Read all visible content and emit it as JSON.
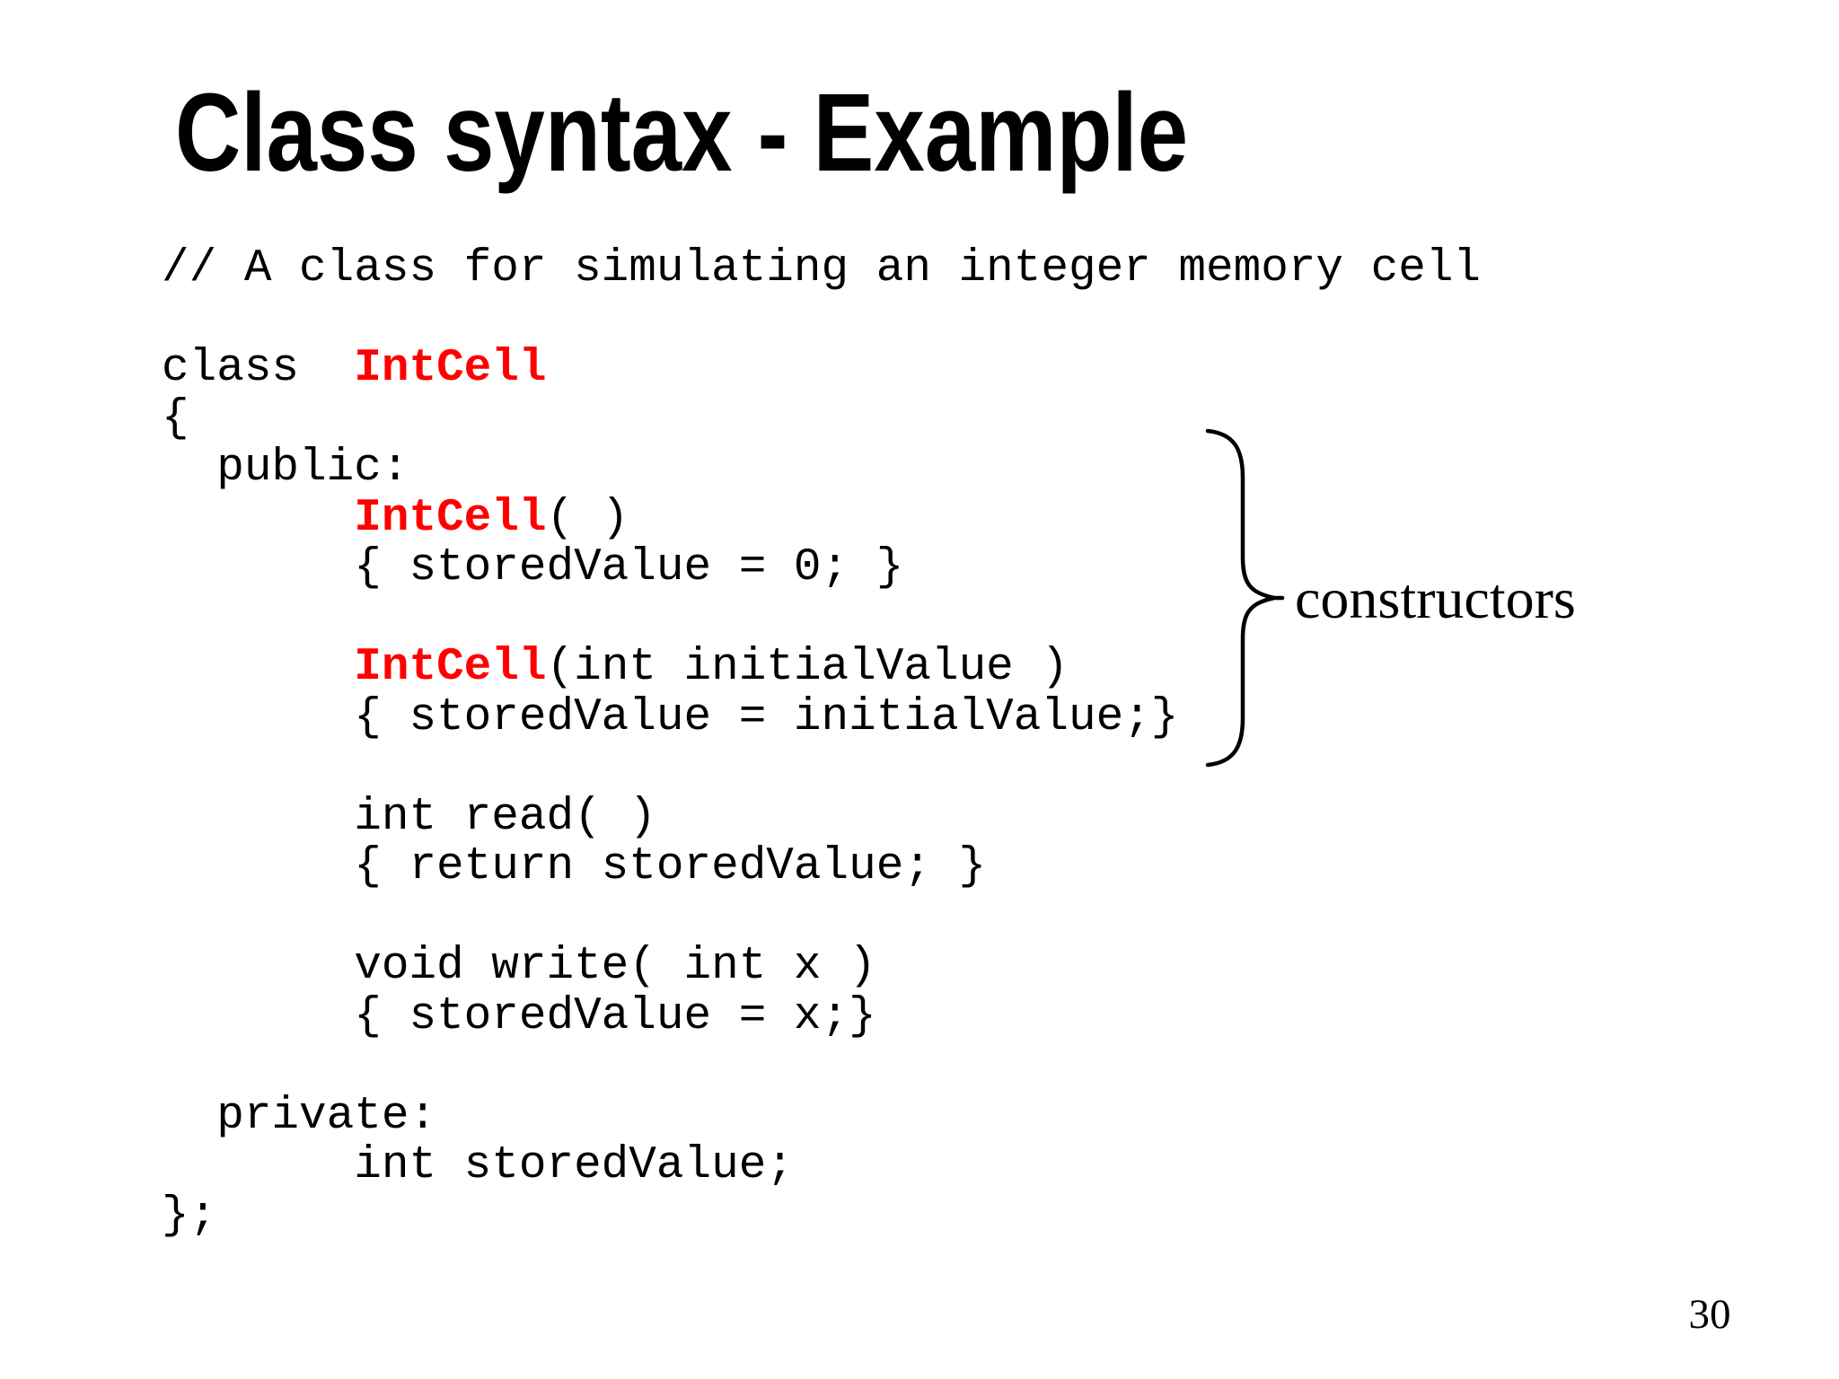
{
  "slide": {
    "title": "Class syntax - Example",
    "page_number": "30",
    "annotation": {
      "label": "constructors"
    },
    "colors": {
      "background": "#ffffff",
      "text": "#000000",
      "accent_red": "#ff0000"
    },
    "code": {
      "lines": [
        [
          [
            "plain",
            "// A class for simulating an integer memory cell"
          ]
        ],
        [],
        [
          [
            "plain",
            "class  "
          ],
          [
            "red",
            "IntCell"
          ]
        ],
        [
          [
            "plain",
            "{"
          ]
        ],
        [
          [
            "plain",
            "  public:"
          ]
        ],
        [
          [
            "plain",
            "       "
          ],
          [
            "red",
            "IntCell"
          ],
          [
            "plain",
            "( )"
          ]
        ],
        [
          [
            "plain",
            "       { storedValue = 0; }"
          ]
        ],
        [],
        [
          [
            "plain",
            "       "
          ],
          [
            "red",
            "IntCell"
          ],
          [
            "plain",
            "(int initialValue )"
          ]
        ],
        [
          [
            "plain",
            "       { storedValue = initialValue;}"
          ]
        ],
        [],
        [
          [
            "plain",
            "       int read( )"
          ]
        ],
        [
          [
            "plain",
            "       { return storedValue; }"
          ]
        ],
        [],
        [
          [
            "plain",
            "       void write( int x )"
          ]
        ],
        [
          [
            "plain",
            "       { storedValue = x;}"
          ]
        ],
        [],
        [
          [
            "plain",
            "  private:"
          ]
        ],
        [
          [
            "plain",
            "       int storedValue;"
          ]
        ],
        [
          [
            "plain",
            "};"
          ]
        ]
      ]
    }
  }
}
